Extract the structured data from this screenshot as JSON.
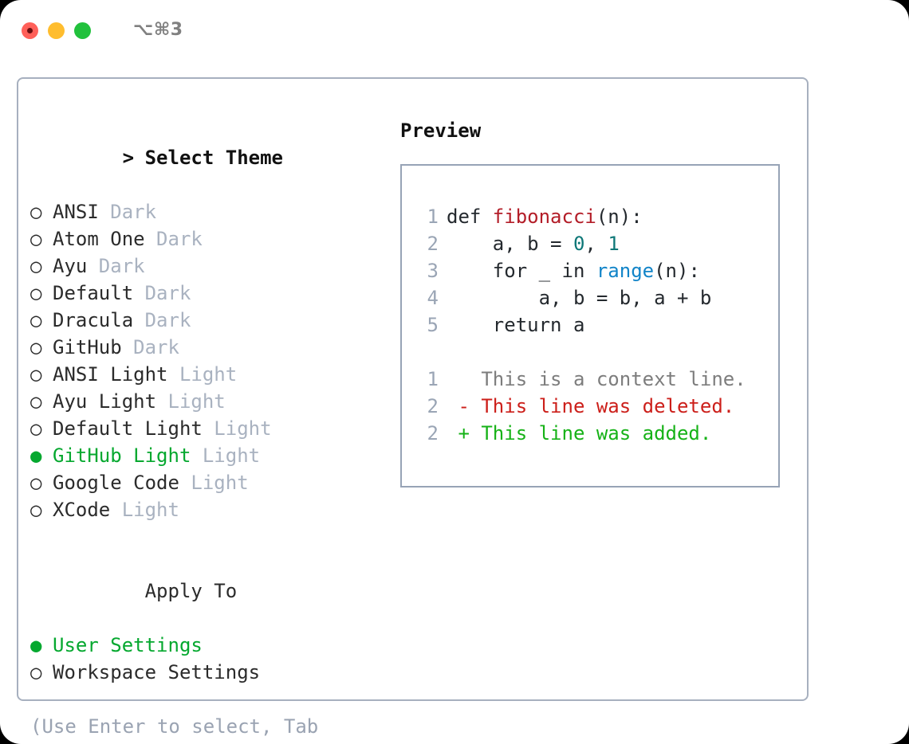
{
  "titlebar": {
    "shortcut": "⌥⌘3",
    "lights": [
      "close",
      "minimize",
      "zoom"
    ]
  },
  "theme_picker": {
    "header": "Select Theme",
    "header_marker": ">",
    "bullet_unselected": "○",
    "bullet_selected": "●",
    "items": [
      {
        "name": "ANSI",
        "variant": "Dark",
        "selected": false
      },
      {
        "name": "Atom One",
        "variant": "Dark",
        "selected": false
      },
      {
        "name": "Ayu",
        "variant": "Dark",
        "selected": false
      },
      {
        "name": "Default",
        "variant": "Dark",
        "selected": false
      },
      {
        "name": "Dracula",
        "variant": "Dark",
        "selected": false
      },
      {
        "name": "GitHub",
        "variant": "Dark",
        "selected": false
      },
      {
        "name": "ANSI Light",
        "variant": "Light",
        "selected": false
      },
      {
        "name": "Ayu Light",
        "variant": "Light",
        "selected": false
      },
      {
        "name": "Default Light",
        "variant": "Light",
        "selected": false
      },
      {
        "name": "GitHub Light",
        "variant": "Light",
        "selected": true
      },
      {
        "name": "Google Code",
        "variant": "Light",
        "selected": false
      },
      {
        "name": "XCode",
        "variant": "Light",
        "selected": false
      }
    ]
  },
  "apply_to": {
    "header": "Apply To",
    "items": [
      {
        "label": "User Settings",
        "selected": true
      },
      {
        "label": "Workspace Settings",
        "selected": false
      }
    ]
  },
  "hint": "(Use Enter to select, Tab to change focus)",
  "preview": {
    "title": "Preview",
    "code_lines": [
      {
        "num": "1",
        "segments": [
          {
            "t": "def ",
            "cls": ""
          },
          {
            "t": "fibonacci",
            "cls": "tok-fn"
          },
          {
            "t": "(n):",
            "cls": ""
          }
        ]
      },
      {
        "num": "2",
        "segments": [
          {
            "t": "    a, b = ",
            "cls": ""
          },
          {
            "t": "0",
            "cls": "tok-num"
          },
          {
            "t": ", ",
            "cls": ""
          },
          {
            "t": "1",
            "cls": "tok-num"
          }
        ]
      },
      {
        "num": "3",
        "segments": [
          {
            "t": "    for _ in ",
            "cls": ""
          },
          {
            "t": "range",
            "cls": "tok-call"
          },
          {
            "t": "(n):",
            "cls": ""
          }
        ]
      },
      {
        "num": "4",
        "segments": [
          {
            "t": "        a, b = b, a + b",
            "cls": ""
          }
        ]
      },
      {
        "num": "5",
        "segments": [
          {
            "t": "    return a",
            "cls": ""
          }
        ]
      }
    ],
    "diff_lines": [
      {
        "num": "1",
        "marker": " ",
        "text": "This is a context line.",
        "kind": "diff-ctx"
      },
      {
        "num": "2",
        "marker": "-",
        "text": "This line was deleted.",
        "kind": "diff-del"
      },
      {
        "num": "2",
        "marker": "+",
        "text": "This line was added.",
        "kind": "diff-add"
      }
    ]
  },
  "colors": {
    "accent_green": "#05a82f",
    "muted": "#a9b2c0",
    "hint": "#9aa3b2",
    "border": "#a7b0bf",
    "preview_border": "#97a3b6",
    "diff_added": "#16b217",
    "diff_deleted": "#cc1f1a",
    "token_function": "#b31d28",
    "token_number": "#0d7777",
    "token_call": "#1184c8"
  }
}
